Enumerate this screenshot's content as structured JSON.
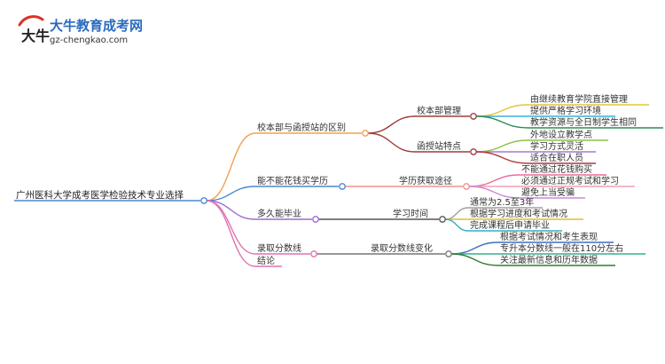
{
  "brand": {
    "name": "大牛教育成考网",
    "url": "gz-chengkao.com",
    "logo_glyph": "大牛",
    "accent_red": "#d9352b",
    "accent_blue": "#2a6bbf"
  },
  "mindmap": {
    "root": "广州医科大学成考医学检验技术专业选择",
    "branches": [
      {
        "label": "校本部与函授站的区别",
        "color": "#f0a050",
        "children": [
          {
            "label": "校本部管理",
            "color": "#9e3a3a",
            "leaves": [
              {
                "label": "由继续教育学院直接管理",
                "color": "#e3c53a"
              },
              {
                "label": "提供严格学习环境",
                "color": "#3ab0d6"
              },
              {
                "label": "教学资源与全日制学生相同",
                "color": "#2e8b57"
              }
            ]
          },
          {
            "label": "函授站特点",
            "color": "#9e3a3a",
            "leaves": [
              {
                "label": "外地设立教学点",
                "color": "#8ec04a"
              },
              {
                "label": "学习方式灵活",
                "color": "#a878d0"
              },
              {
                "label": "适合在职人员",
                "color": "#b03a3a"
              }
            ]
          }
        ]
      },
      {
        "label": "能不能花钱买学历",
        "color": "#4a88d0",
        "children": [
          {
            "label": "学历获取途径",
            "color": "#f09090",
            "leaves": [
              {
                "label": "不能通过花钱购买",
                "color": "#f06a9a"
              },
              {
                "label": "必须通过正规考试和学习",
                "color": "#f0a0b0"
              },
              {
                "label": "避免上当受骗",
                "color": "#c88ad8"
              }
            ]
          }
        ]
      },
      {
        "label": "多久能毕业",
        "color": "#9a6ad0",
        "children": [
          {
            "label": "学习时间",
            "color": "#555555",
            "leaves": [
              {
                "label": "通常为2.5至3年",
                "color": "#a0a0a0"
              },
              {
                "label": "根据学习进度和考试情况",
                "color": "#d9c030"
              },
              {
                "label": "完成课程后申请毕业",
                "color": "#30b0c0"
              }
            ]
          }
        ]
      },
      {
        "label": "录取分数线",
        "color": "#e070b0",
        "children": [
          {
            "label": "录取分数线变化",
            "color": "#777777",
            "leaves": [
              {
                "label": "根据考试情况和考生表现",
                "color": "#3a70c0"
              },
              {
                "label": "专升本分数线一般在110分左右",
                "color": "#30b090"
              },
              {
                "label": "关注最新信息和历年数据",
                "color": "#2e7d32"
              }
            ]
          }
        ]
      },
      {
        "label": "结论",
        "color": "#e070b0",
        "children": []
      }
    ]
  }
}
